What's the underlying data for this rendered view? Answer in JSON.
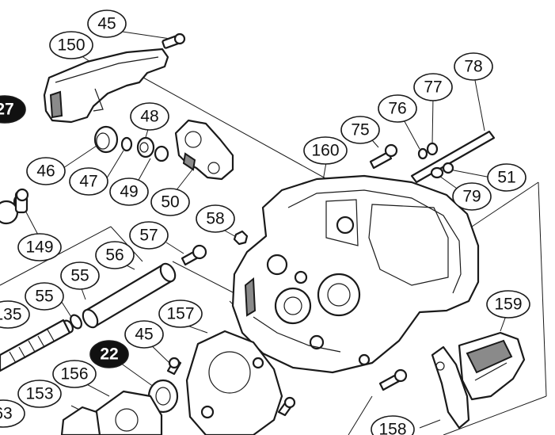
{
  "diagram": {
    "callouts": [
      {
        "id": "c45a",
        "label": "45",
        "style": "outline"
      },
      {
        "id": "c150",
        "label": "150",
        "style": "outline"
      },
      {
        "id": "c27",
        "label": "27",
        "style": "filled"
      },
      {
        "id": "c48",
        "label": "48",
        "style": "outline"
      },
      {
        "id": "c46",
        "label": "46",
        "style": "outline"
      },
      {
        "id": "c47",
        "label": "47",
        "style": "outline"
      },
      {
        "id": "c49",
        "label": "49",
        "style": "outline"
      },
      {
        "id": "c50",
        "label": "50",
        "style": "outline"
      },
      {
        "id": "c75",
        "label": "75",
        "style": "outline"
      },
      {
        "id": "c76",
        "label": "76",
        "style": "outline"
      },
      {
        "id": "c77",
        "label": "77",
        "style": "outline"
      },
      {
        "id": "c78",
        "label": "78",
        "style": "outline"
      },
      {
        "id": "c160",
        "label": "160",
        "style": "outline"
      },
      {
        "id": "c51",
        "label": "51",
        "style": "outline"
      },
      {
        "id": "c79",
        "label": "79",
        "style": "outline"
      },
      {
        "id": "c58",
        "label": "58",
        "style": "outline"
      },
      {
        "id": "c149",
        "label": "149",
        "style": "outline"
      },
      {
        "id": "c57",
        "label": "57",
        "style": "outline"
      },
      {
        "id": "c56",
        "label": "56",
        "style": "outline"
      },
      {
        "id": "c55a",
        "label": "55",
        "style": "outline"
      },
      {
        "id": "c55b",
        "label": "55",
        "style": "outline"
      },
      {
        "id": "c135",
        "label": "135",
        "style": "outline"
      },
      {
        "id": "c159",
        "label": "159",
        "style": "outline"
      },
      {
        "id": "c157",
        "label": "157",
        "style": "outline"
      },
      {
        "id": "c45b",
        "label": "45",
        "style": "outline"
      },
      {
        "id": "c22",
        "label": "22",
        "style": "filled"
      },
      {
        "id": "c156",
        "label": "156",
        "style": "outline"
      },
      {
        "id": "c153",
        "label": "153",
        "style": "outline"
      },
      {
        "id": "c63",
        "label": "63",
        "style": "outline"
      },
      {
        "id": "c158",
        "label": "158",
        "style": "outline"
      }
    ]
  }
}
